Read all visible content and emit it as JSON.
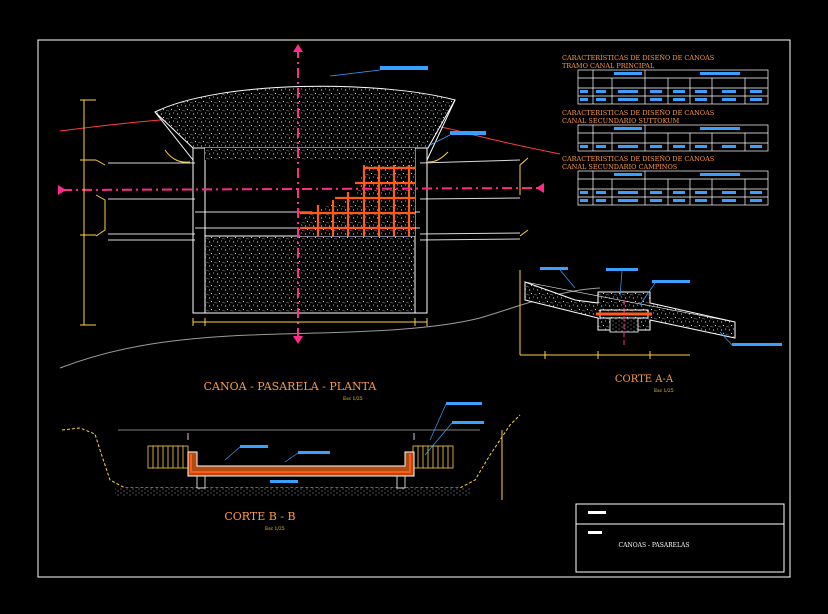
{
  "drawing": {
    "plan_title": "CANOA - PASARELA - PLANTA",
    "plan_scale": "Esc 1/25",
    "section_aa_title": "CORTE A-A",
    "section_aa_scale": "Esc 1/25",
    "section_bb_title": "CORTE B - B",
    "section_bb_scale": "Esc 1/25"
  },
  "tables": [
    {
      "title_1": "CARACTERISTICAS DE DISEÑO DE CANOAS",
      "title_2": "TRAMO CANAL PRINCIPAL"
    },
    {
      "title_1": "CARACTERISTICAS DE DISEÑO DE CANOAS",
      "title_2": "CANAL SECUNDARIO SUTTOKUM"
    },
    {
      "title_1": "CARACTERISTICAS DE DISEÑO DE CANOAS",
      "title_2": "CANAL SECUNDARIO CAMPINOS"
    }
  ],
  "title_block": {
    "drawing_name": "CANOAS - PASARELAS"
  },
  "colors": {
    "background": "#000000",
    "frame": "#ffffff",
    "axis": "#ff2a8a",
    "rebar": "#ff5a1a",
    "label": "#ffd23c",
    "note": "#3aa0ff",
    "table": "#ffffff"
  }
}
